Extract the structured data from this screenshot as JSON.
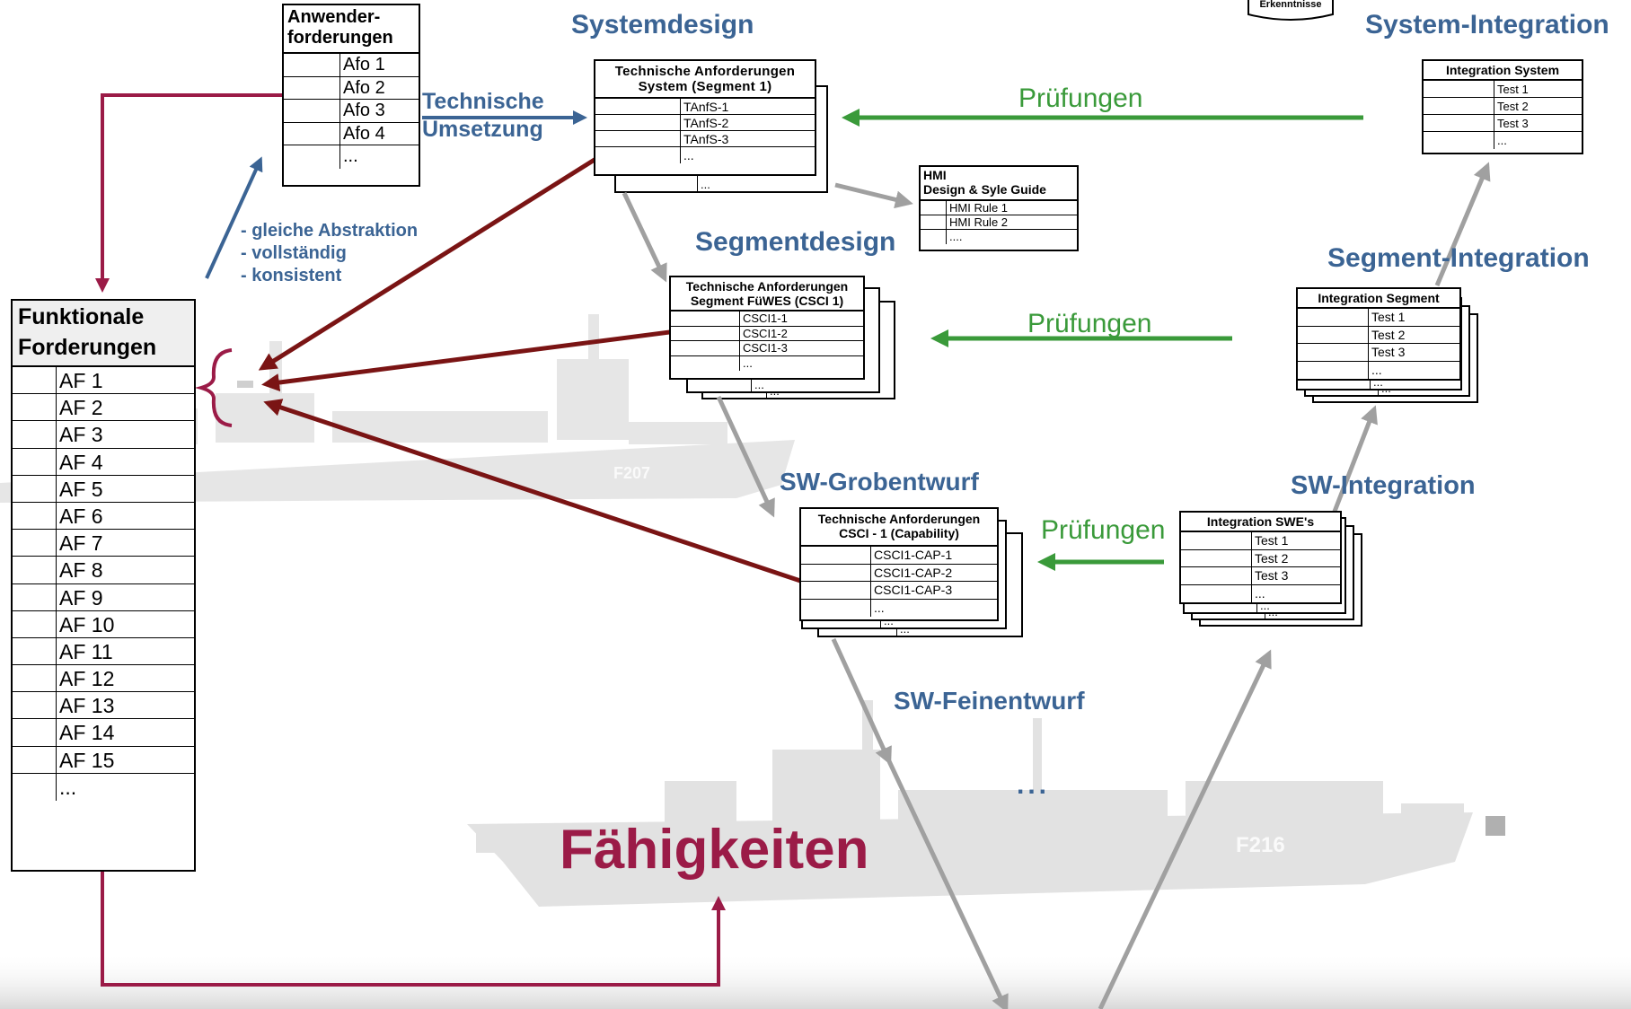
{
  "headings": {
    "systemdesign": "Systemdesign",
    "system_integration": "System-Integration",
    "segmentdesign": "Segmentdesign",
    "segment_integration": "Segment-Integration",
    "sw_grobentwurf": "SW-Grobentwurf",
    "sw_integration": "SW-Integration",
    "sw_feinentwurf": "SW-Feinentwurf",
    "erkenntnisse": "Erkenntnisse"
  },
  "technische_umsetzung": [
    "Technische",
    "Umsetzung"
  ],
  "criteria": [
    "- gleiche Abstraktion",
    "- vollständig",
    "- konsistent"
  ],
  "pruefungen": [
    "Prüfungen",
    "Prüfungen",
    "Prüfungen"
  ],
  "ellipsis": "...",
  "faehigkeiten": "Fähigkeiten",
  "anwender": {
    "header": [
      "Anwender-",
      "forderungen"
    ],
    "rows": [
      "Afo 1",
      "Afo 2",
      "Afo 3",
      "Afo 4",
      "..."
    ]
  },
  "funktionale": {
    "header": [
      "Funktionale",
      "Forderungen"
    ],
    "rows": [
      "AF 1",
      "AF 2",
      "AF 3",
      "AF 4",
      "AF 5",
      "AF 6",
      "AF 7",
      "AF 8",
      "AF 9",
      "AF 10",
      "AF 11",
      "AF 12",
      "AF 13",
      "AF 14",
      "AF 15",
      "..."
    ]
  },
  "tanf_system": {
    "header": [
      "Technische Anforderungen",
      "System (Segment 1)"
    ],
    "rows": [
      "TAnfS-1",
      "TAnfS-2",
      "TAnfS-3",
      "..."
    ],
    "shadow_text": "..."
  },
  "hmi": {
    "header": [
      "HMI",
      "Design & Syle Guide"
    ],
    "rows": [
      "HMI Rule 1",
      "HMI Rule 2",
      "...."
    ]
  },
  "tanf_segment": {
    "header": [
      "Technische Anforderungen",
      "Segment FüWES (CSCI 1)"
    ],
    "rows": [
      "CSCI1-1",
      "CSCI1-2",
      "CSCI1-3",
      "..."
    ],
    "shadow_text": "..."
  },
  "tanf_csci": {
    "header": [
      "Technische Anforderungen",
      "CSCI - 1 (Capability)"
    ],
    "rows": [
      "CSCI1-CAP-1",
      "CSCI1-CAP-2",
      "CSCI1-CAP-3",
      "..."
    ],
    "shadow_text": "..."
  },
  "int_system": {
    "header": [
      "Integration System"
    ],
    "rows": [
      "Test 1",
      "Test 2",
      "Test 3",
      "..."
    ]
  },
  "int_segment": {
    "header": [
      "Integration Segment"
    ],
    "rows": [
      "Test 1",
      "Test 2",
      "Test 3",
      "..."
    ],
    "shadow_text": "..."
  },
  "int_swe": {
    "header": [
      "Integration SWE's"
    ],
    "rows": [
      "Test 1",
      "Test 2",
      "Test 3",
      "..."
    ],
    "shadow_text": "..."
  },
  "ship_labels": [
    "F207",
    "F216"
  ],
  "colors": {
    "blue": "#3b6494",
    "green": "#3a9a3a",
    "darkred": "#7a1414",
    "maroon": "#9b1b47",
    "grey": "#a0a0a0"
  }
}
